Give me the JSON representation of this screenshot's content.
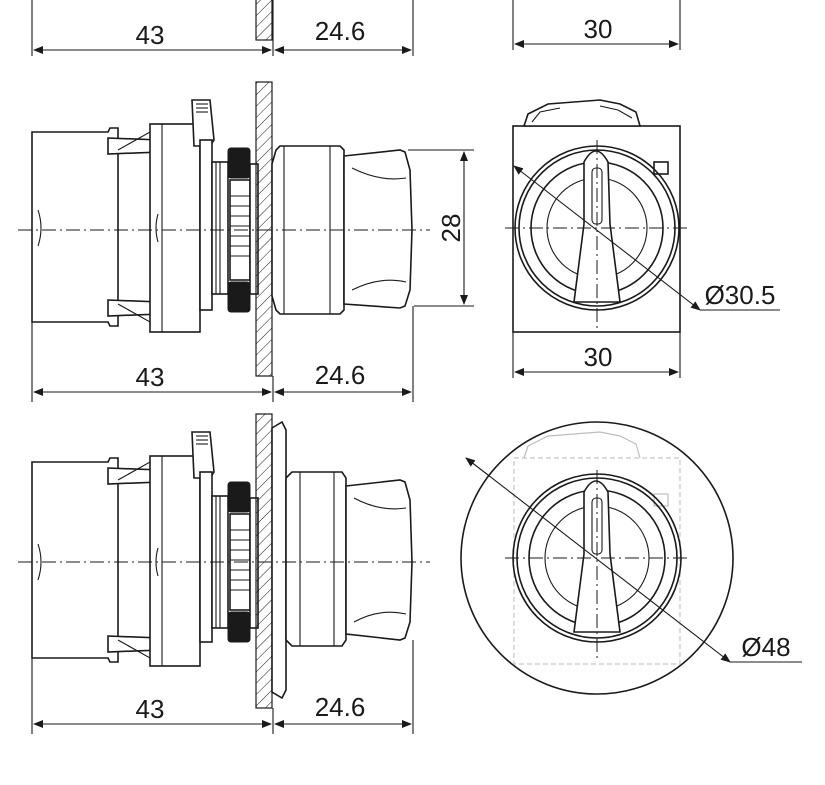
{
  "dimensions": {
    "top_left_length": "43",
    "top_right_length": "24.6",
    "top_width": "30",
    "side_height": "28",
    "mid_diameter": "Ø30.5",
    "mid_left_length": "43",
    "mid_right_length": "24.6",
    "mid_width": "30",
    "bottom_diameter": "Ø48",
    "bottom_left_length": "43",
    "bottom_right_length": "24.6"
  }
}
